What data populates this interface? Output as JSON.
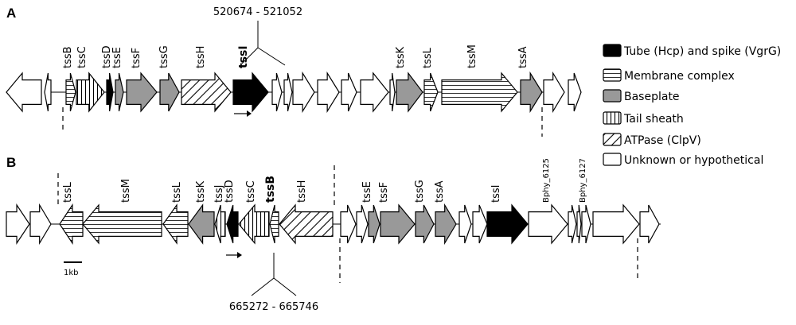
{
  "panels": {
    "a": "A",
    "b": "B"
  },
  "coords": {
    "a": "520674 - 521052",
    "b": "665272 - 665746"
  },
  "scale": "1kb",
  "legend": [
    {
      "key": "core",
      "label": "Tube (Hcp) and spike (VgrG)"
    },
    {
      "key": "membrane",
      "label": "Membrane complex"
    },
    {
      "key": "baseplate",
      "label": "Baseplate"
    },
    {
      "key": "sheath",
      "label": "Tail sheath"
    },
    {
      "key": "atpase",
      "label": "ATPase (ClpV)"
    },
    {
      "key": "unknown",
      "label": "Unknown or hypothetical"
    }
  ],
  "rowA": {
    "genes": [
      {
        "type": "unknown",
        "dir": "L"
      },
      {
        "type": "unknown",
        "dir": "L"
      },
      {
        "type": "membrane",
        "dir": "R",
        "label": "tssB"
      },
      {
        "type": "sheath",
        "dir": "R",
        "label": "tssC"
      },
      {
        "type": "core",
        "dir": "R",
        "label": "tssD"
      },
      {
        "type": "baseplate",
        "dir": "R",
        "label": "tssE"
      },
      {
        "type": "baseplate",
        "dir": "R",
        "label": "tssF"
      },
      {
        "type": "baseplate",
        "dir": "R",
        "label": "tssG"
      },
      {
        "type": "atpase",
        "dir": "R",
        "label": "tssH"
      },
      {
        "type": "core",
        "dir": "R",
        "label": "tssI",
        "bold": true
      },
      {
        "type": "unknown",
        "dir": "R"
      },
      {
        "type": "unknown",
        "dir": "R"
      },
      {
        "type": "unknown",
        "dir": "R"
      },
      {
        "type": "unknown",
        "dir": "R"
      },
      {
        "type": "unknown",
        "dir": "R"
      },
      {
        "type": "unknown",
        "dir": "R"
      },
      {
        "type": "unknown",
        "dir": "R"
      },
      {
        "type": "baseplate",
        "dir": "R",
        "label": "tssK"
      },
      {
        "type": "membrane",
        "dir": "R",
        "label": "tssL"
      },
      {
        "type": "membrane",
        "dir": "R",
        "label": "tssM"
      },
      {
        "type": "baseplate",
        "dir": "R",
        "label": "tssA"
      },
      {
        "type": "unknown",
        "dir": "R"
      },
      {
        "type": "unknown",
        "dir": "R"
      }
    ]
  },
  "rowB": {
    "genes": [
      {
        "type": "unknown",
        "dir": "R"
      },
      {
        "type": "unknown",
        "dir": "R"
      },
      {
        "type": "membrane",
        "dir": "L",
        "label": "tssL"
      },
      {
        "type": "membrane",
        "dir": "L",
        "label": "tssM"
      },
      {
        "type": "membrane",
        "dir": "L",
        "label": "tssL"
      },
      {
        "type": "baseplate",
        "dir": "L",
        "label": "tssK"
      },
      {
        "type": "sheath",
        "dir": "L",
        "label": "tssJ"
      },
      {
        "type": "core",
        "dir": "L",
        "label": "tssD"
      },
      {
        "type": "sheath",
        "dir": "L",
        "label": "tssC"
      },
      {
        "type": "membrane",
        "dir": "L",
        "label": "tssB",
        "bold": true
      },
      {
        "type": "atpase",
        "dir": "L",
        "label": "tssH"
      },
      {
        "type": "unknown",
        "dir": "R"
      },
      {
        "type": "unknown",
        "dir": "R"
      },
      {
        "type": "baseplate",
        "dir": "R",
        "label": "tssE"
      },
      {
        "type": "baseplate",
        "dir": "R",
        "label": "tssF"
      },
      {
        "type": "baseplate",
        "dir": "R",
        "label": "tssG"
      },
      {
        "type": "baseplate",
        "dir": "R",
        "label": "tssA"
      },
      {
        "type": "unknown",
        "dir": "R"
      },
      {
        "type": "unknown",
        "dir": "R"
      },
      {
        "type": "core",
        "dir": "R",
        "label": "tssI"
      },
      {
        "type": "unknown",
        "dir": "R",
        "label": "Bphy_6125",
        "small": true
      },
      {
        "type": "unknown",
        "dir": "R"
      },
      {
        "type": "unknown",
        "dir": "R",
        "label": "Bphy_6127",
        "small": true
      },
      {
        "type": "unknown",
        "dir": "R"
      },
      {
        "type": "unknown",
        "dir": "R"
      },
      {
        "type": "unknown",
        "dir": "R"
      }
    ]
  }
}
